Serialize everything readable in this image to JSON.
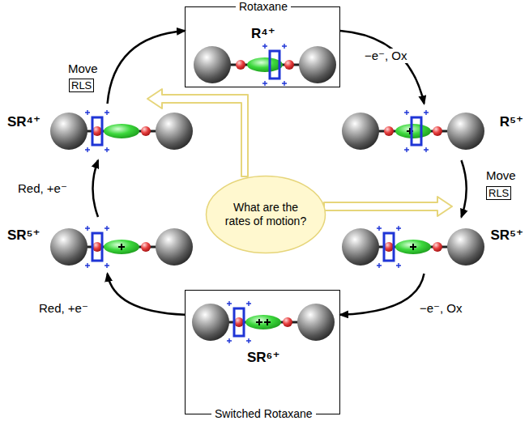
{
  "diagram": {
    "nodes": [
      {
        "text": [
          "Rotaxane",
          "R⁴⁺"
        ]
      },
      {
        "text": [
          "R⁵⁺"
        ]
      },
      {
        "text": [
          "SR⁵⁺"
        ]
      },
      {
        "text": [
          "SR⁶⁺",
          "Switched Rotaxane"
        ]
      },
      {
        "text": [
          "SR⁵⁺"
        ]
      },
      {
        "text": [
          "SR⁴⁺"
        ]
      },
      {
        "text": [
          "What are the rates of motion?"
        ]
      }
    ],
    "edges": [
      {
        "from": 0,
        "to": 1,
        "arrow": "to",
        "label": "−e⁻, Ox"
      },
      {
        "from": 1,
        "to": 2,
        "arrow": "to",
        "label": "Move"
      },
      {
        "from": 2,
        "to": 3,
        "arrow": "to",
        "label": "−e⁻, Ox"
      },
      {
        "from": 3,
        "to": 4,
        "arrow": "to",
        "label": "Red, +e⁻"
      },
      {
        "from": 4,
        "to": 5,
        "arrow": "to",
        "label": "Red, +e⁻"
      },
      {
        "from": 5,
        "to": 0,
        "arrow": "to",
        "label": "Move"
      }
    ],
    "labels": [
      "RLS",
      "RLS"
    ]
  }
}
